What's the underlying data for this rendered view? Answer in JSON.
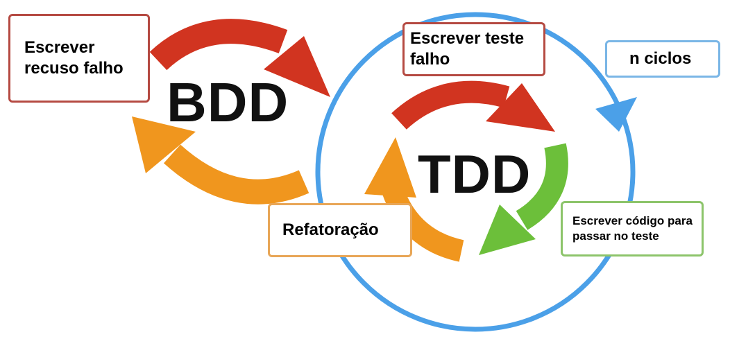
{
  "labels": {
    "bdd": "BDD",
    "tdd": "TDD"
  },
  "boxes": {
    "bdd_failing": "Escrever recuso falho",
    "tdd_failing": "Escrever teste falho",
    "cycles": "n ciclos",
    "code_to_pass": "Escrever código para passar no teste",
    "refactor": "Refatoração"
  },
  "colors": {
    "red": "#d13420",
    "orange": "#f0961e",
    "green": "#6cbf3a",
    "blue": "#4ba0e8",
    "red_border": "#b54a42",
    "orange_border": "#e8a657",
    "green_border": "#8cc46a",
    "blue_border": "#7ab6e6"
  },
  "icons": {
    "bdd_red_arrow": "curved-arrow-right",
    "bdd_orange_arrow": "curved-arrow-left",
    "tdd_red_arrow": "curved-arrow-right",
    "tdd_green_arrow": "curved-arrow-down",
    "tdd_orange_arrow": "curved-arrow-up",
    "cycle_blue_arrow": "arrowhead-down"
  }
}
